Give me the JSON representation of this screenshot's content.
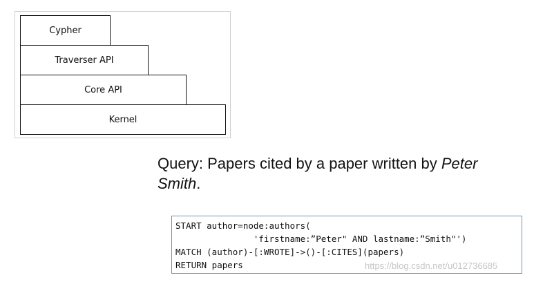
{
  "stack": {
    "layers": [
      {
        "label": "Cypher"
      },
      {
        "label": "Traverser API"
      },
      {
        "label": "Core API"
      },
      {
        "label": "Kernel"
      }
    ]
  },
  "query": {
    "prefix": "Query: Papers cited by a paper written by ",
    "italic_first": "Peter",
    "italic_second": "Smith",
    "suffix": "."
  },
  "code": {
    "lines": [
      "START author=node:authors(",
      "               'firstname:”Peter\" AND lastname:”Smith\"')",
      "MATCH (author)-[:WROTE]->()-[:CITES](papers)",
      "RETURN papers"
    ]
  },
  "watermark": {
    "text": "https://blog.csdn.net/u012736685"
  },
  "colors": {
    "code_border": "#6f8fb5",
    "layer_border": "#111111"
  }
}
